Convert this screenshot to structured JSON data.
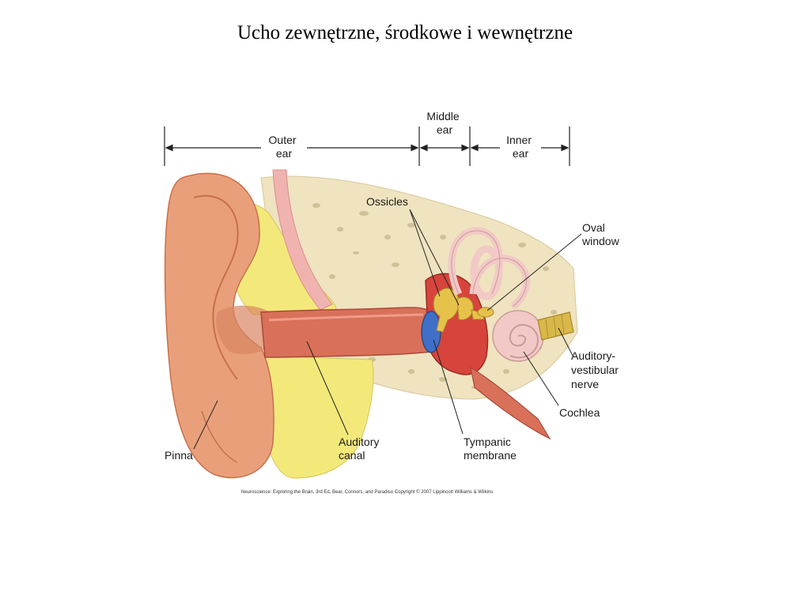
{
  "slide": {
    "title": "Ucho zewnętrzne, środkowe i wewnętrzne"
  },
  "diagram": {
    "sections": {
      "outer": [
        "Outer",
        "ear"
      ],
      "middle": [
        "Middle",
        "ear"
      ],
      "inner": [
        "Inner",
        "ear"
      ]
    },
    "labels": {
      "ossicles": "Ossicles",
      "oval_window": [
        "Oval",
        "window"
      ],
      "auditory_vestibular_nerve": [
        "Auditory-",
        "vestibular",
        "nerve"
      ],
      "cochlea": "Cochlea",
      "tympanic_membrane": [
        "Tympanic",
        "membrane"
      ],
      "auditory_canal": [
        "Auditory",
        "canal"
      ],
      "pinna": "Pinna"
    },
    "credit": "Neuroscience: Exploring the Brain, 3rd Ed, Bear, Connors, and Paradiso Copyright © 2007 Lippincott Williams & Wilkins"
  },
  "colors": {
    "skin": "#e9a07a",
    "skin_dark": "#c96f4a",
    "canal": "#d9705a",
    "cartilage": "#f3e97a",
    "bone": "#efe3c0",
    "middle_ear": "#d7443c",
    "ossicle": "#e7c24a",
    "tympanic": "#3f6fc6",
    "cochlea": "#f2c9c6",
    "nerve": "#d9b84a"
  }
}
